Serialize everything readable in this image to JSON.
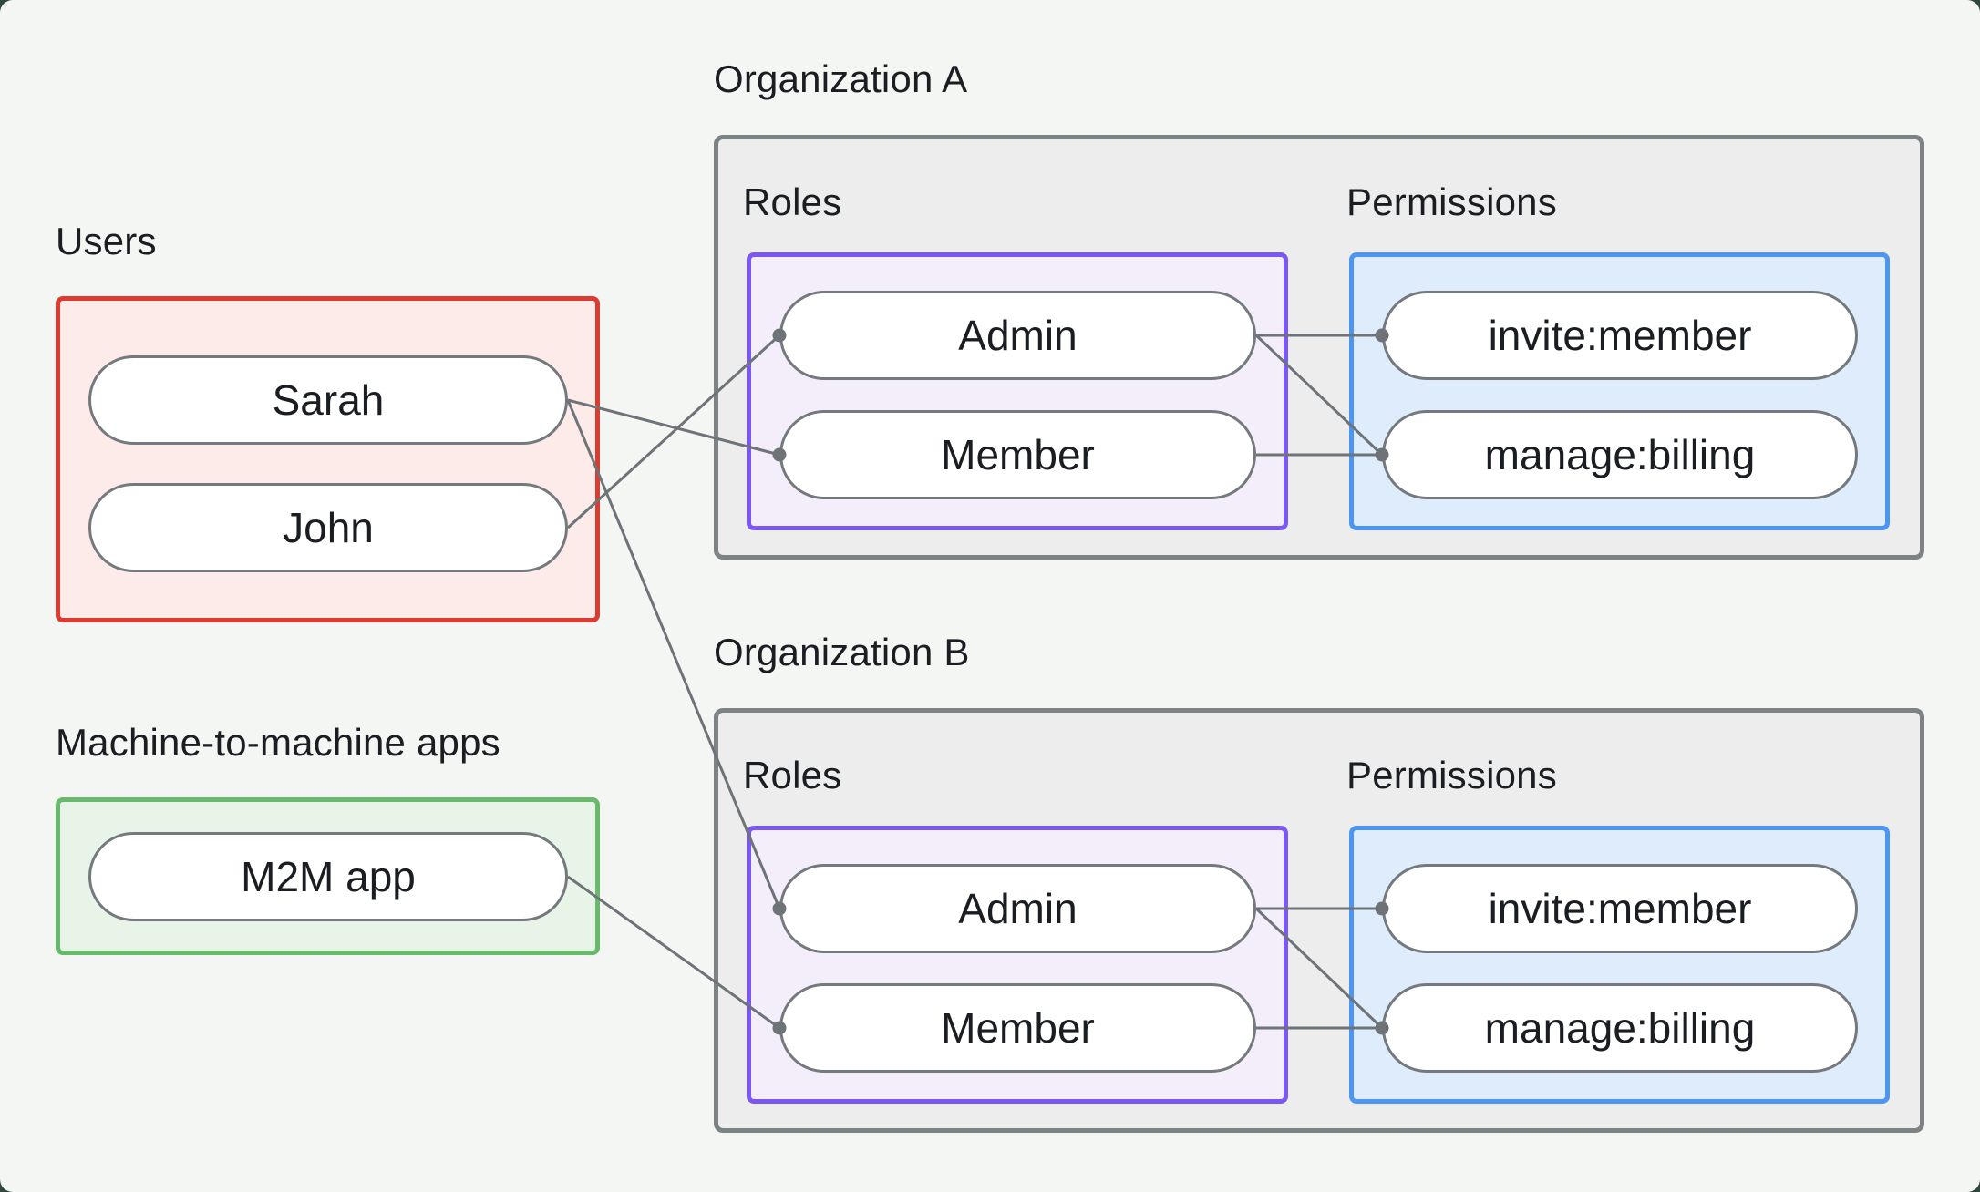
{
  "diagram": {
    "users_group": {
      "label": "Users",
      "member_node_ids": [
        "sarah",
        "john"
      ]
    },
    "m2m_group": {
      "label": "Machine-to-machine apps",
      "member_node_ids": [
        "m2m_app"
      ]
    },
    "organizations": [
      {
        "title": "Organization A",
        "roles_label": "Roles",
        "permissions_label": "Permissions",
        "role_node_ids": [
          "org_a_admin",
          "org_a_member"
        ],
        "permission_node_ids": [
          "org_a_invite",
          "org_a_billing"
        ]
      },
      {
        "title": "Organization B",
        "roles_label": "Roles",
        "permissions_label": "Permissions",
        "role_node_ids": [
          "org_b_admin",
          "org_b_member"
        ],
        "permission_node_ids": [
          "org_b_invite",
          "org_b_billing"
        ]
      }
    ],
    "nodes": {
      "sarah": "Sarah",
      "john": "John",
      "m2m_app": "M2M app",
      "org_a_admin": "Admin",
      "org_a_member": "Member",
      "org_a_invite": "invite:member",
      "org_a_billing": "manage:billing",
      "org_b_admin": "Admin",
      "org_b_member": "Member",
      "org_b_invite": "invite:member",
      "org_b_billing": "manage:billing"
    },
    "edges": [
      {
        "from": "sarah",
        "to": "org_a_member"
      },
      {
        "from": "john",
        "to": "org_a_admin"
      },
      {
        "from": "sarah",
        "to": "org_b_admin"
      },
      {
        "from": "m2m_app",
        "to": "org_b_member"
      },
      {
        "from": "org_a_admin",
        "to": "org_a_invite"
      },
      {
        "from": "org_a_admin",
        "to": "org_a_billing"
      },
      {
        "from": "org_a_member",
        "to": "org_a_billing"
      },
      {
        "from": "org_b_admin",
        "to": "org_b_invite"
      },
      {
        "from": "org_b_admin",
        "to": "org_b_billing"
      },
      {
        "from": "org_b_member",
        "to": "org_b_billing"
      }
    ],
    "colors": {
      "background": "#f4f6f4",
      "text": "#1a1d21",
      "users_border": "#dc3b31",
      "users_fill": "#fcebe9",
      "m2m_border": "#68b96c",
      "m2m_fill": "#e9f4e9",
      "org_border": "#7d8285",
      "org_fill": "#ecedec",
      "roles_border": "#7b57f3",
      "roles_fill": "#f4eefb",
      "permissions_border": "#4d95f2",
      "permissions_fill": "#dfecfb",
      "node_fill": "#ffffff",
      "node_border": "#74797d",
      "edge": "#6d7377"
    }
  }
}
